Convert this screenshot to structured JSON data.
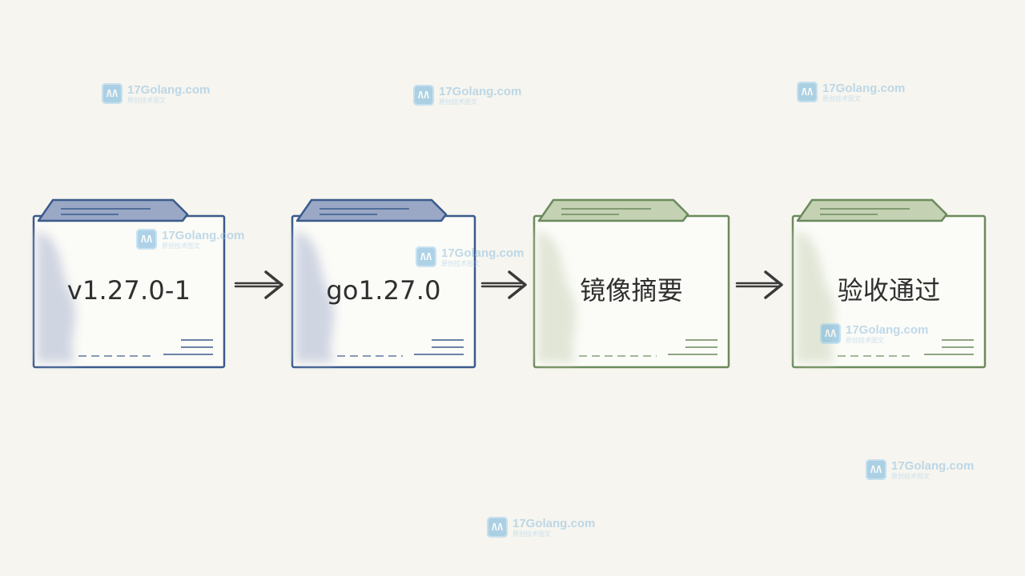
{
  "diagram": {
    "steps": [
      {
        "label": "v1.27.0-1",
        "theme": "blue"
      },
      {
        "label": "go1.27.0",
        "theme": "blue"
      },
      {
        "label": "镜像摘要",
        "theme": "green"
      },
      {
        "label": "验收通过",
        "theme": "green"
      }
    ],
    "colors": {
      "blue_stroke": "#3a5a8c",
      "blue_tab": "#9aa8c6",
      "blue_wash": "#c9cfdf",
      "green_stroke": "#6b8a5c",
      "green_tab": "#c4d1b3",
      "green_wash": "#dde3d2",
      "arrow": "#3a3a3a",
      "background": "#f6f5ef"
    }
  },
  "watermark": {
    "brand": "17Golang.com",
    "subtitle": "原创技术图文",
    "logo_text": "ɅɅ"
  }
}
